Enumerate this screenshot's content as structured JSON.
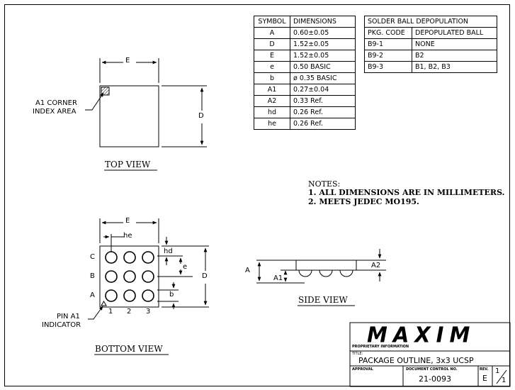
{
  "dimensions_table": {
    "headers": [
      "SYMBOL",
      "DIMENSIONS"
    ],
    "rows": [
      [
        "A",
        "0.60±0.05"
      ],
      [
        "D",
        "1.52±0.05"
      ],
      [
        "E",
        "1.52±0.05"
      ],
      [
        "e",
        "0.50 BASIC"
      ],
      [
        "b",
        "ø 0.35 BASIC"
      ],
      [
        "A1",
        "0.27±0.04"
      ],
      [
        "A2",
        "0.33 Ref."
      ],
      [
        "hd",
        "0.26 Ref."
      ],
      [
        "he",
        "0.26 Ref."
      ]
    ]
  },
  "depop_table": {
    "title": "SOLDER BALL DEPOPULATION",
    "headers": [
      "PKG. CODE",
      "DEPOPULATED BALL"
    ],
    "rows": [
      [
        "B9-1",
        "NONE"
      ],
      [
        "B9-2",
        "B2"
      ],
      [
        "B9-3",
        "B1, B2, B3"
      ]
    ]
  },
  "top_view": {
    "label": "TOP VIEW",
    "dim_e": "E",
    "dim_d": "D",
    "corner_label_1": "A1 CORNER",
    "corner_label_2": "INDEX AREA"
  },
  "bottom_view": {
    "label": "BOTTOM VIEW",
    "dim_e": "E",
    "dim_d": "D",
    "dim_he": "he",
    "dim_hd": "hd",
    "dim_pitch": "e",
    "dim_b": "b",
    "rows": [
      "C",
      "B",
      "A"
    ],
    "cols": [
      "1",
      "2",
      "3"
    ],
    "pin_label_1": "PIN A1",
    "pin_label_2": "INDICATOR"
  },
  "side_view": {
    "label": "SIDE VIEW",
    "dim_a": "A",
    "dim_a1": "A1",
    "dim_a2": "A2"
  },
  "notes": {
    "title": "NOTES:",
    "items": [
      "1. ALL DIMENSIONS ARE IN MILLIMETERS.",
      "2. MEETS JEDEC MO195."
    ]
  },
  "title_block": {
    "logo": "MAXIM",
    "proprietary": "PROPRIETARY INFORMATION",
    "title_label": "TITLE:",
    "title": "PACKAGE OUTLINE, 3x3 UCSP",
    "approval_label": "APPROVAL",
    "doc_label": "DOCUMENT CONTROL NO.",
    "doc_no": "21-0093",
    "rev_label": "REV.",
    "rev": "E",
    "sheet_num": "1",
    "sheet_den": "1"
  }
}
